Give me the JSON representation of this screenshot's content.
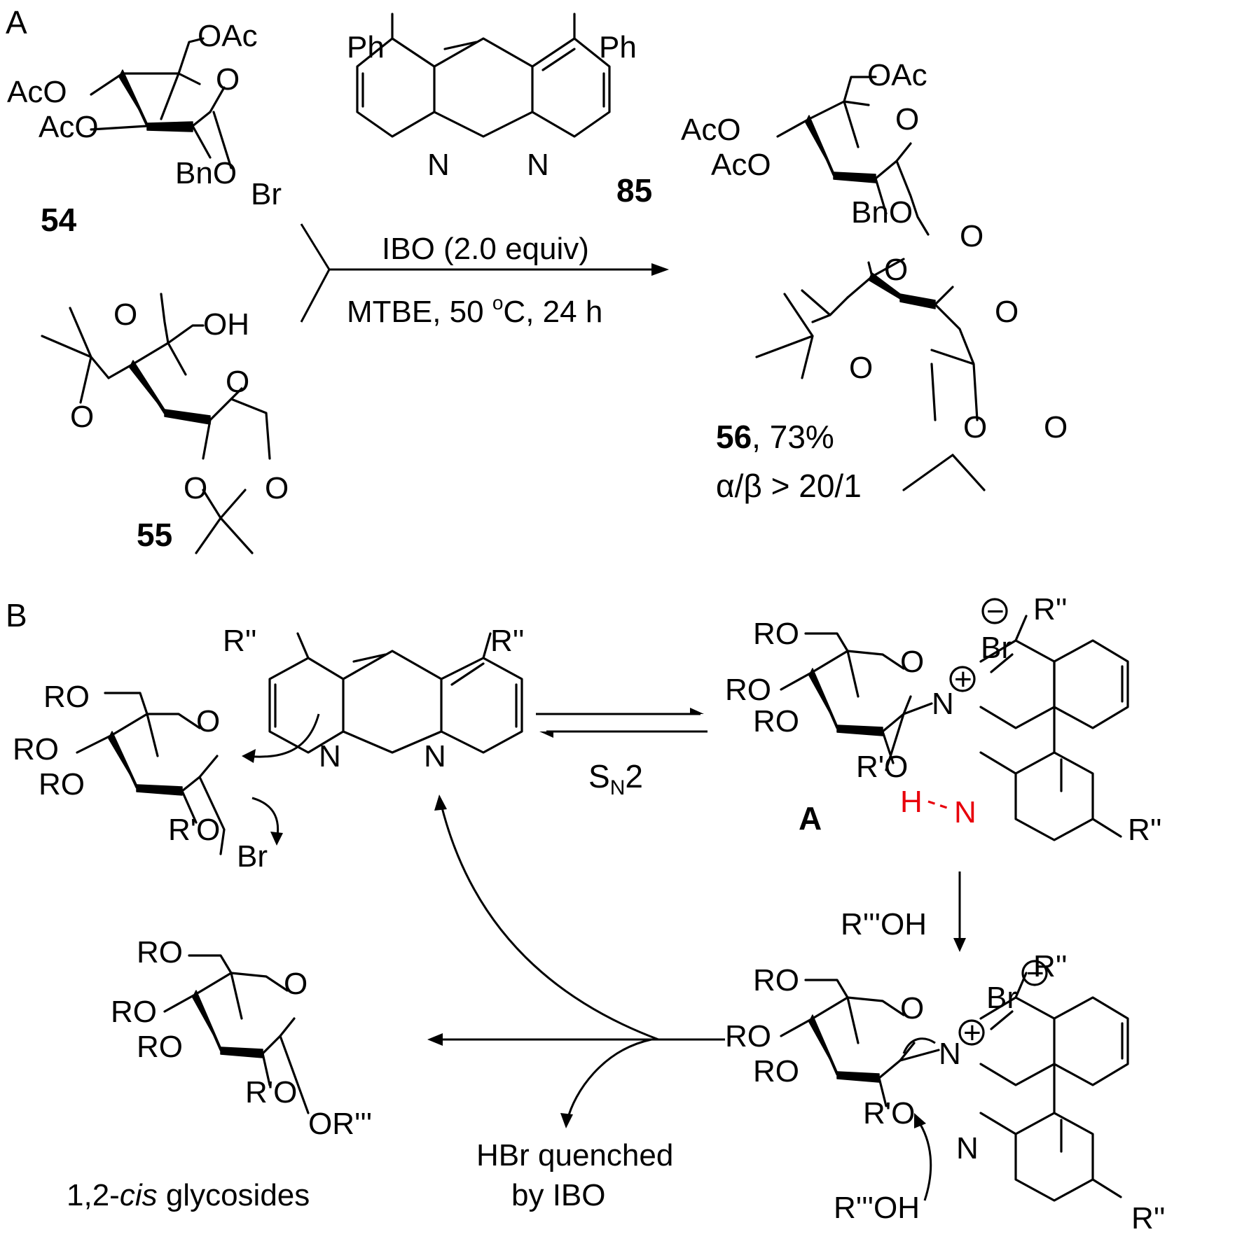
{
  "panels": {
    "a": {
      "label": "A",
      "reactant1": {
        "number": "54",
        "groups": [
          "OAc",
          "AcO",
          "AcO",
          "O",
          "BnO",
          "Br"
        ]
      },
      "catalyst": {
        "number": "85",
        "groups": [
          "Ph",
          "Ph",
          "N",
          "N"
        ]
      },
      "acceptor": {
        "number": "55",
        "groups": [
          "O",
          "OH",
          "O",
          "O",
          "O",
          "O"
        ]
      },
      "conditions": {
        "line1": "IBO (2.0 equiv)",
        "line2": "MTBE,  50 ",
        "deg": "o",
        "line2b": "C, 24 h"
      },
      "product": {
        "number": "56",
        "yield": ",  73%",
        "selectivity": "α/β > 20/1",
        "groups": [
          "OAc",
          "AcO",
          "AcO",
          "O",
          "BnO",
          "O",
          "O",
          "O",
          "O",
          "O",
          "O"
        ]
      }
    },
    "b": {
      "label": "B",
      "step_label_main": "S",
      "step_label_sub": "N",
      "step_label_tail": "2",
      "intermediate_label": "A",
      "nucleophile_label": "R'''OH",
      "nucleophile_label2": "R'''OH",
      "quench_line1": "HBr quenched",
      "quench_line2": "by IBO",
      "product_label_pre": "1,2-",
      "product_label_italic": "cis",
      "product_label_post": " glycosides",
      "donor_groups": [
        "RO",
        "RO",
        "RO",
        "O",
        "R'O",
        "Br"
      ],
      "phen_groups": [
        "R''",
        "R''",
        "N",
        "N"
      ],
      "intA_groups": [
        "RO",
        "RO",
        "RO",
        "O",
        "R'O",
        "Br",
        "N",
        "R''",
        "R''"
      ],
      "hbond": {
        "h": "H",
        "n": "N"
      },
      "int2_groups": [
        "RO",
        "RO",
        "RO",
        "O",
        "R'O",
        "Br",
        "N",
        "N",
        "R''",
        "R''"
      ],
      "glycoside_groups": [
        "RO",
        "RO",
        "RO",
        "O",
        "R'O",
        "OR'''"
      ],
      "minus": "−",
      "plus": "+"
    }
  }
}
